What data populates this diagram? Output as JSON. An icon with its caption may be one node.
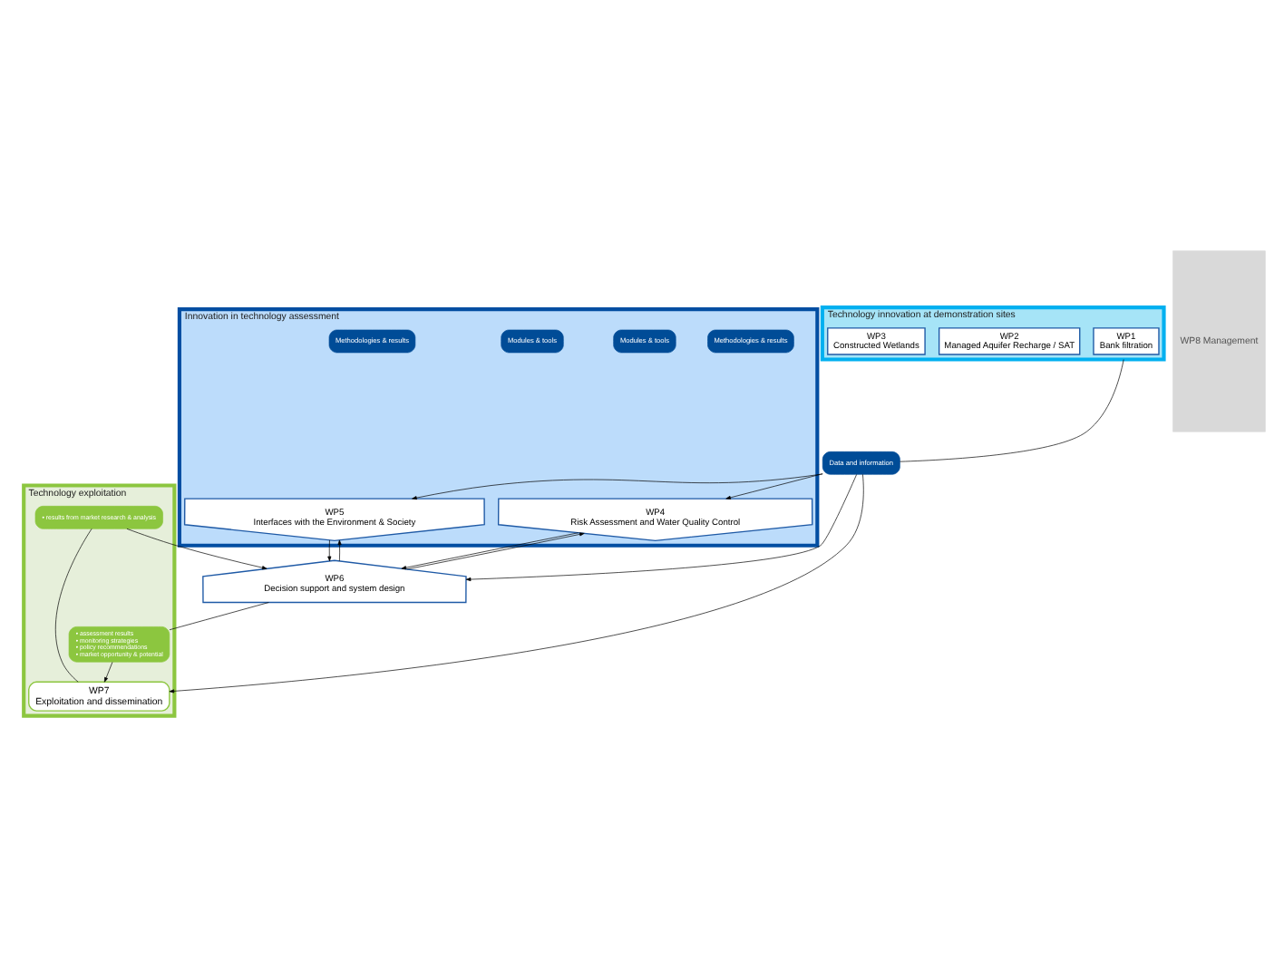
{
  "diagram": {
    "nodes": [
      {
        "text": [
          "Technology innovation at demonstration sites"
        ]
      },
      {
        "text": [
          "WP1",
          "Bank filtration"
        ],
        "in": 0
      },
      {
        "text": [
          "WP2",
          "Managed Aquifer Recharge / SAT"
        ],
        "in": 0
      },
      {
        "text": [
          "WP3",
          "Constructed Wetlands"
        ],
        "in": 0
      },
      {
        "text": [
          "Data and information"
        ]
      },
      {
        "text": [
          "Innovation in technology assessment"
        ]
      },
      {
        "text": [
          "WP4",
          "Risk Assessment and Water Quality Control"
        ],
        "in": 5
      },
      {
        "text": [
          "WP5",
          "Interfaces with the Environment & Society"
        ],
        "in": 5
      },
      {
        "text": [
          "Methodologies & results"
        ],
        "in": 5
      },
      {
        "text": [
          "Modules & tools"
        ],
        "in": 5
      },
      {
        "text": [
          "Modules & tools"
        ],
        "in": 5
      },
      {
        "text": [
          "Methodologies & results"
        ],
        "in": 5
      },
      {
        "text": [
          "WP6",
          "Decision support and system design"
        ]
      },
      {
        "text": [
          "Technology exploitation"
        ]
      },
      {
        "text": [
          "• results from market research & analysis"
        ],
        "in": 13
      },
      {
        "text": [
          "• assessment results",
          "• monitoring strategies",
          "• policy recommendations",
          "• market opportunity & potential"
        ],
        "in": 13
      },
      {
        "text": [
          "WP7",
          "Exploitation and dissemination"
        ],
        "in": 13
      },
      {
        "text": [
          "WP8 Management"
        ]
      }
    ],
    "edges": [
      {
        "from": 0,
        "to": 4,
        "arrow": "none"
      },
      {
        "from": 4,
        "to": 6,
        "arrow": "to"
      },
      {
        "from": 4,
        "to": 7,
        "arrow": "to"
      },
      {
        "from": 4,
        "to": 12,
        "arrow": "to"
      },
      {
        "from": 4,
        "to": 16,
        "arrow": "to"
      },
      {
        "from": 6,
        "to": 12,
        "arrow": "to"
      },
      {
        "from": 12,
        "to": 6,
        "arrow": "to"
      },
      {
        "from": 12,
        "to": 7,
        "arrow": "to"
      },
      {
        "from": 7,
        "to": 12,
        "arrow": "to"
      },
      {
        "from": 14,
        "to": 12,
        "arrow": "to"
      },
      {
        "from": 14,
        "to": 16,
        "arrow": "none"
      },
      {
        "from": 12,
        "to": 15,
        "arrow": "none"
      },
      {
        "from": 15,
        "to": 16,
        "arrow": "to"
      }
    ]
  }
}
